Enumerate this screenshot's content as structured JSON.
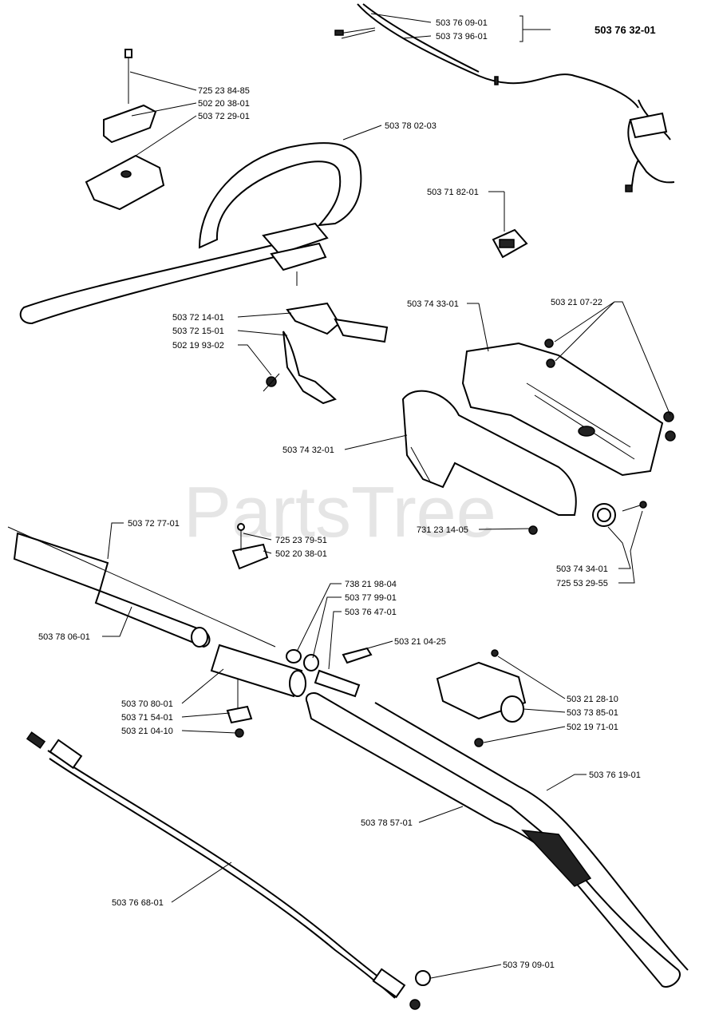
{
  "watermark": "PartsTree",
  "assembly_number": "503 76 32-01",
  "labels": {
    "l01": "503 76 09-01",
    "l02": "503 73 96-01",
    "l03": "725 23 84-85",
    "l04": "502 20 38-01",
    "l05": "503 72 29-01",
    "l06": "503 78 02-03",
    "l07": "503 71 82-01",
    "l08": "503 74 33-01",
    "l09": "503 21 07-22",
    "l10": "503 72 14-01",
    "l11": "503 72 15-01",
    "l12": "502 19 93-02",
    "l13": "503 74 32-01",
    "l14": "503 72 77-01",
    "l15": "725 23 79-51",
    "l16": "502 20 38-01",
    "l17": "731 23 14-05",
    "l18": "503 74 34-01",
    "l19": "725 53 29-55",
    "l20": "738 21 98-04",
    "l21": "503 77 99-01",
    "l22": "503 76 47-01",
    "l23": "503 21 04-25",
    "l24": "503 78 06-01",
    "l25": "503 70 80-01",
    "l26": "503 71 54-01",
    "l27": "503 21 04-10",
    "l28": "503 21 28-10",
    "l29": "503 73 85-01",
    "l30": "502 19 71-01",
    "l31": "503 76 19-01",
    "l32": "503 78 57-01",
    "l33": "503 76 68-01",
    "l34": "503 79 09-01"
  }
}
